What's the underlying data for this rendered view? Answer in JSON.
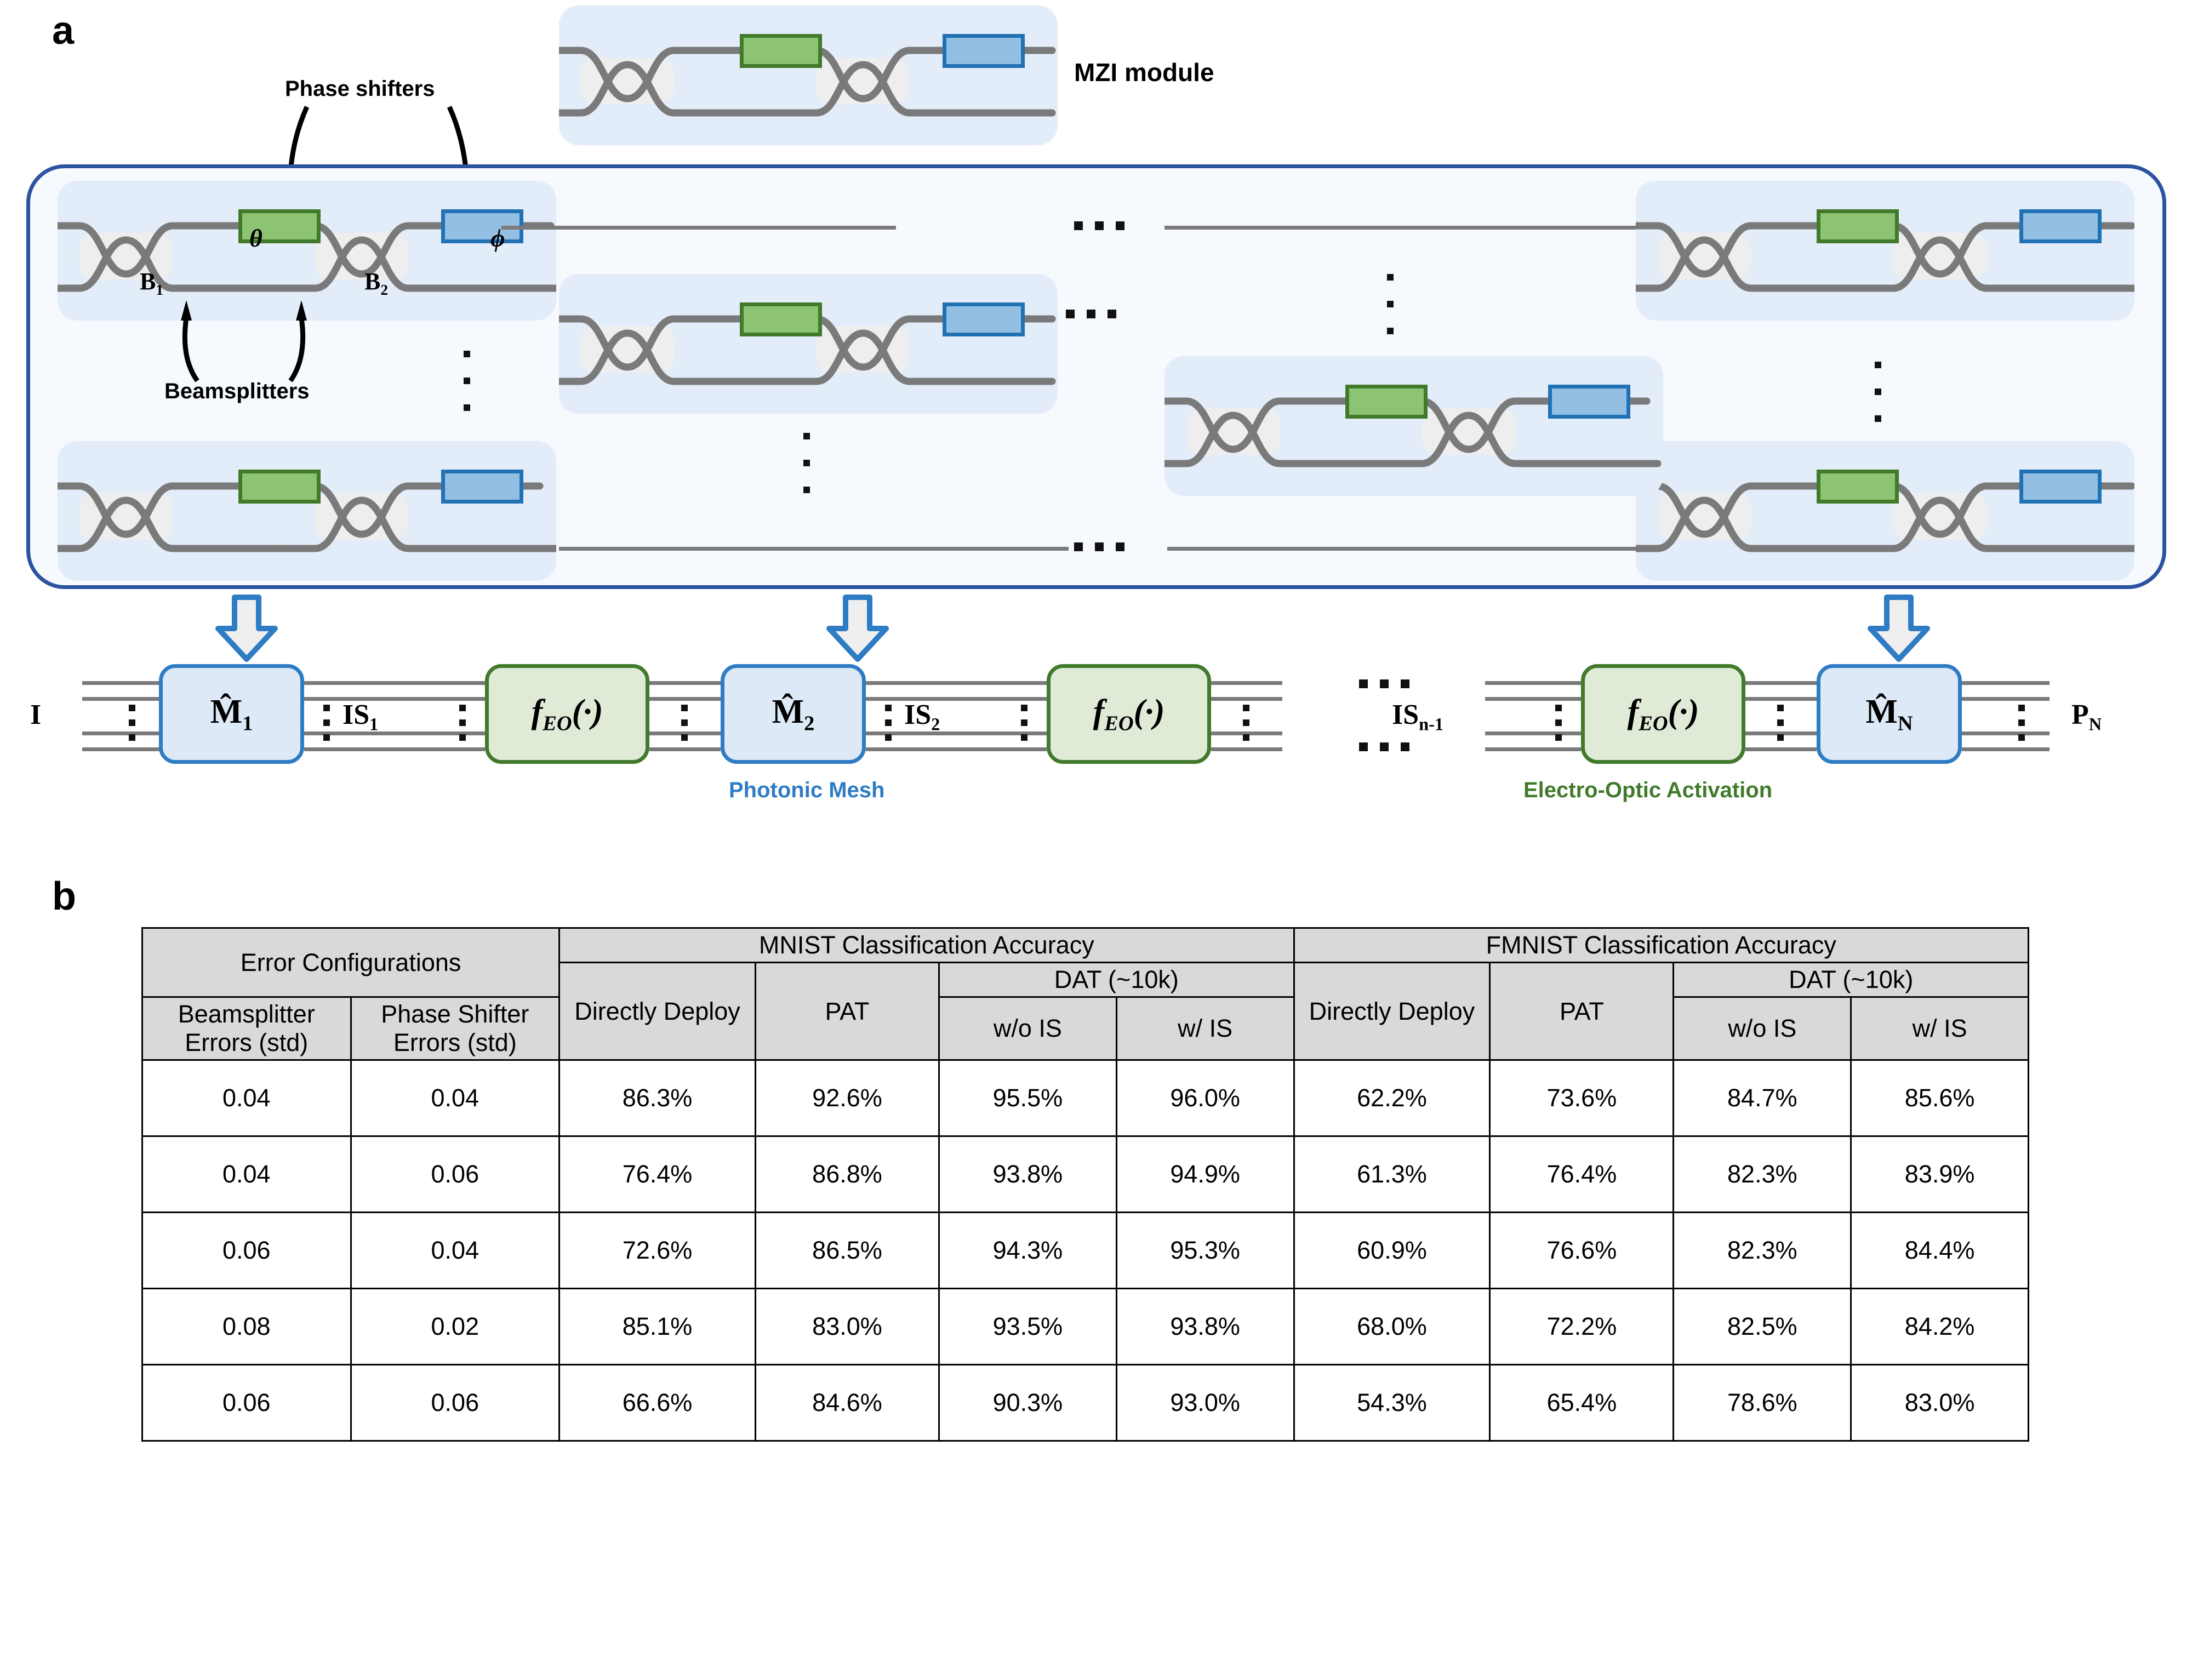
{
  "panels": {
    "a_label": "a",
    "b_label": "b"
  },
  "schematic": {
    "mzi_module_label": "MZI module",
    "phase_shifters_label": "Phase shifters",
    "beamsplitters_label": "Beamsplitters",
    "theta_symbol": "θ",
    "phi_symbol": "ϕ",
    "beamsplitter_1": "B",
    "beamsplitter_1_sub": "1",
    "beamsplitter_2": "B",
    "beamsplitter_2_sub": "2",
    "colors": {
      "phase_shifter_theta": "#8cc474",
      "phase_shifter_theta_border": "#417a2b",
      "phase_shifter_phi": "#93bfe3",
      "phase_shifter_phi_border": "#2172b5",
      "mzi_background": "#e3ecf9",
      "mesh_border": "#2c53a0",
      "mesh_fill": "#f6f9fe",
      "waveguide": "#7a7a7a",
      "photonic_mesh_accent": "#2e7cc4",
      "activation_accent": "#417a2b"
    }
  },
  "pipeline": {
    "input_label": "I",
    "output_label": "P",
    "output_sub": "N",
    "blocks": [
      {
        "kind": "mesh",
        "text": "M̂",
        "sub": "1"
      },
      {
        "kind": "gap",
        "text": "IS",
        "sub": "1"
      },
      {
        "kind": "act",
        "text": "f",
        "sub": "EO",
        "tail": "(·)"
      },
      {
        "kind": "mesh",
        "text": "M̂",
        "sub": "2"
      },
      {
        "kind": "gap",
        "text": "IS",
        "sub": "2"
      },
      {
        "kind": "act",
        "text": "f",
        "sub": "EO",
        "tail": "(·)"
      },
      {
        "kind": "gap",
        "text": "IS",
        "sub": "n-1"
      },
      {
        "kind": "act",
        "text": "f",
        "sub": "EO",
        "tail": "(·)"
      },
      {
        "kind": "mesh",
        "text": "M̂",
        "sub": "N"
      }
    ],
    "captions": {
      "photonic_mesh": "Photonic Mesh",
      "electro_optic": "Electro-Optic Activation"
    }
  },
  "table": {
    "group_headers": [
      "Error Configurations",
      "MNIST Classification Accuracy",
      "FMNIST Classification Accuracy"
    ],
    "sub_headers": {
      "beamsplitter_errors": "Beamsplitter Errors (std)",
      "phase_shifter_errors": "Phase Shifter Errors (std)",
      "directly_deploy": "Directly Deploy",
      "pat": "PAT",
      "dat": "DAT (~10k)",
      "wo_is": "w/o IS",
      "w_is": "w/ IS"
    },
    "rows": [
      {
        "bs": "0.04",
        "ps": "0.04",
        "mnist": {
          "dd": "86.3%",
          "pat": "92.6%",
          "wo": "95.5%",
          "wi": "96.0%"
        },
        "fmnist": {
          "dd": "62.2%",
          "pat": "73.6%",
          "wo": "84.7%",
          "wi": "85.6%"
        }
      },
      {
        "bs": "0.04",
        "ps": "0.06",
        "mnist": {
          "dd": "76.4%",
          "pat": "86.8%",
          "wo": "93.8%",
          "wi": "94.9%"
        },
        "fmnist": {
          "dd": "61.3%",
          "pat": "76.4%",
          "wo": "82.3%",
          "wi": "83.9%"
        }
      },
      {
        "bs": "0.06",
        "ps": "0.04",
        "mnist": {
          "dd": "72.6%",
          "pat": "86.5%",
          "wo": "94.3%",
          "wi": "95.3%"
        },
        "fmnist": {
          "dd": "60.9%",
          "pat": "76.6%",
          "wo": "82.3%",
          "wi": "84.4%"
        }
      },
      {
        "bs": "0.08",
        "ps": "0.02",
        "mnist": {
          "dd": "85.1%",
          "pat": "83.0%",
          "wo": "93.5%",
          "wi": "93.8%"
        },
        "fmnist": {
          "dd": "68.0%",
          "pat": "72.2%",
          "wo": "82.5%",
          "wi": "84.2%"
        }
      },
      {
        "bs": "0.06",
        "ps": "0.06",
        "mnist": {
          "dd": "66.6%",
          "pat": "84.6%",
          "wo": "90.3%",
          "wi": "93.0%"
        },
        "fmnist": {
          "dd": "54.3%",
          "pat": "65.4%",
          "wo": "78.6%",
          "wi": "83.0%"
        }
      }
    ]
  }
}
